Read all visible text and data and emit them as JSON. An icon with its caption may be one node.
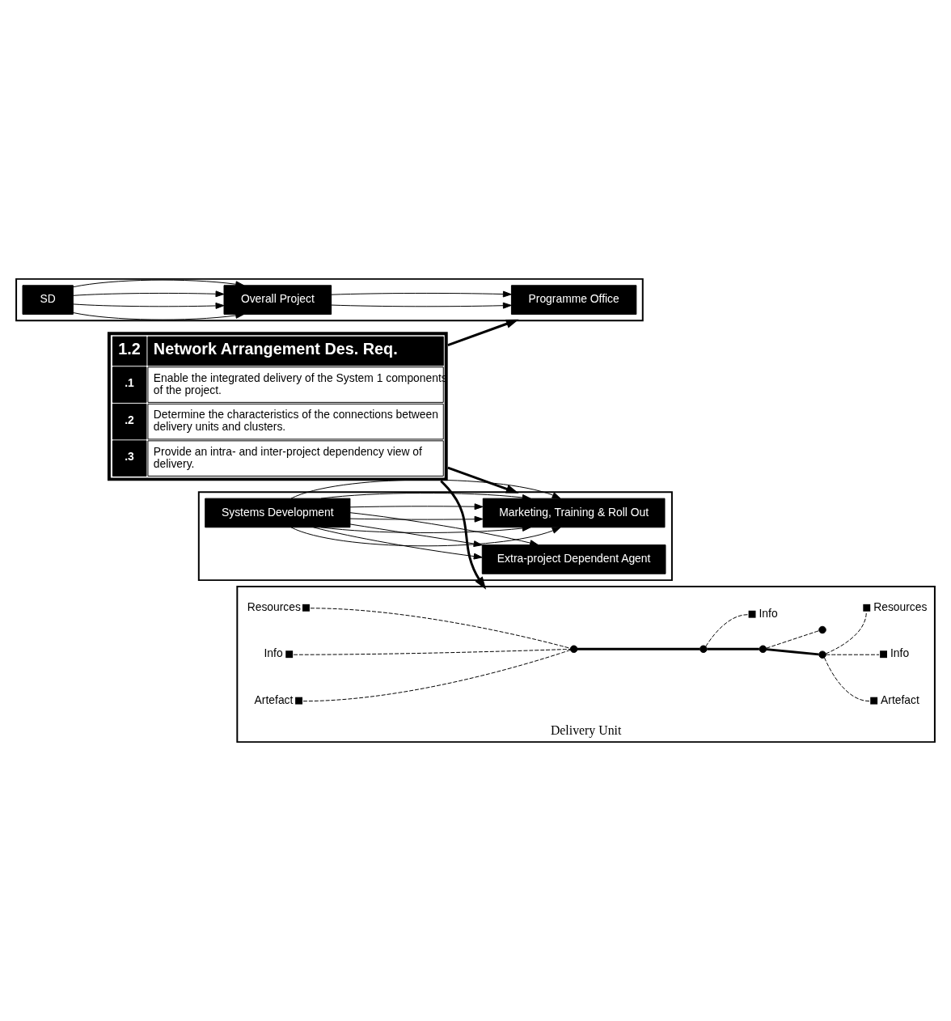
{
  "diagram": {
    "nodes": [
      {
        "text": [
          "1.2",
          "Network Arrangement Des. Req.",
          ".1",
          "Enable the integrated delivery of the System 1 components of the project.",
          ".2",
          "Determine the characteristics of the connections between delivery units and clusters.",
          ".3",
          "Provide an intra- and inter-project dependency view of delivery."
        ]
      },
      {
        "text": [],
        "shape": "box"
      },
      {
        "text": [
          "Programme Office"
        ],
        "in": 1
      },
      {
        "text": [
          "Overall Project"
        ],
        "in": 1
      },
      {
        "text": [
          "SD"
        ],
        "in": 1
      },
      {
        "text": [],
        "shape": "box"
      },
      {
        "text": [
          "Marketing, Training & Roll Out"
        ],
        "in": 5
      },
      {
        "text": [
          "Systems Development"
        ],
        "in": 5
      },
      {
        "text": [
          "Extra-project Dependent Agent"
        ],
        "in": 5
      },
      {
        "text": [
          "Delivery Unit"
        ]
      },
      {
        "text": [],
        "shape": "circle",
        "in": 9
      },
      {
        "text": [],
        "shape": "circle",
        "in": 9
      },
      {
        "text": [],
        "shape": "circle",
        "in": 9
      },
      {
        "text": [],
        "shape": "circle",
        "in": 9
      },
      {
        "text": [
          "Resources"
        ],
        "in": 9
      },
      {
        "text": [
          "Info"
        ],
        "in": 9
      },
      {
        "text": [
          "Artefact"
        ],
        "in": 9
      },
      {
        "text": [
          "Info"
        ],
        "in": 9
      },
      {
        "text": [],
        "shape": "circle",
        "in": 9
      },
      {
        "text": [
          "Artefact"
        ],
        "in": 9
      },
      {
        "text": [
          "Info"
        ],
        "in": 9
      },
      {
        "text": [
          "Resources"
        ],
        "in": 9
      }
    ],
    "edges": [
      {
        "from": 0,
        "to": 1,
        "arrow": "to",
        "style": "thick"
      },
      {
        "from": 0,
        "to": 5,
        "arrow": "to",
        "style": "thick"
      },
      {
        "from": 0,
        "to": 9,
        "arrow": "to",
        "style": "thick"
      },
      {
        "from": 3,
        "to": 2,
        "arrow": "to"
      },
      {
        "from": 3,
        "to": 2,
        "arrow": "to"
      },
      {
        "from": 4,
        "to": 3,
        "arrow": "to"
      },
      {
        "from": 4,
        "to": 3,
        "arrow": "to"
      },
      {
        "from": 4,
        "to": 3,
        "arrow": "to"
      },
      {
        "from": 4,
        "to": 3,
        "arrow": "to"
      },
      {
        "from": 7,
        "to": 6,
        "arrow": "to"
      },
      {
        "from": 7,
        "to": 6,
        "arrow": "to"
      },
      {
        "from": 7,
        "to": 6,
        "arrow": "to"
      },
      {
        "from": 7,
        "to": 6,
        "arrow": "to"
      },
      {
        "from": 7,
        "to": 6,
        "arrow": "to"
      },
      {
        "from": 7,
        "to": 6,
        "arrow": "to"
      },
      {
        "from": 7,
        "to": 8,
        "arrow": "to"
      },
      {
        "from": 7,
        "to": 8,
        "arrow": "to"
      },
      {
        "from": 7,
        "to": 8,
        "arrow": "to"
      },
      {
        "from": 10,
        "to": 11,
        "arrow": "none",
        "style": "thick"
      },
      {
        "from": 11,
        "to": 12,
        "arrow": "none",
        "style": "thick"
      },
      {
        "from": 12,
        "to": 13,
        "arrow": "none",
        "style": "thick"
      },
      {
        "from": 14,
        "to": 10,
        "arrow": "none",
        "style": "dashed"
      },
      {
        "from": 15,
        "to": 10,
        "arrow": "none",
        "style": "dashed"
      },
      {
        "from": 16,
        "to": 10,
        "arrow": "none",
        "style": "dashed"
      },
      {
        "from": 11,
        "to": 17,
        "arrow": "none",
        "style": "dashed"
      },
      {
        "from": 12,
        "to": 18,
        "arrow": "none",
        "style": "dashed"
      },
      {
        "from": 13,
        "to": 19,
        "arrow": "none",
        "style": "dashed"
      },
      {
        "from": 13,
        "to": 20,
        "arrow": "none",
        "style": "dashed"
      },
      {
        "from": 13,
        "to": 21,
        "arrow": "none",
        "style": "dashed"
      }
    ]
  }
}
